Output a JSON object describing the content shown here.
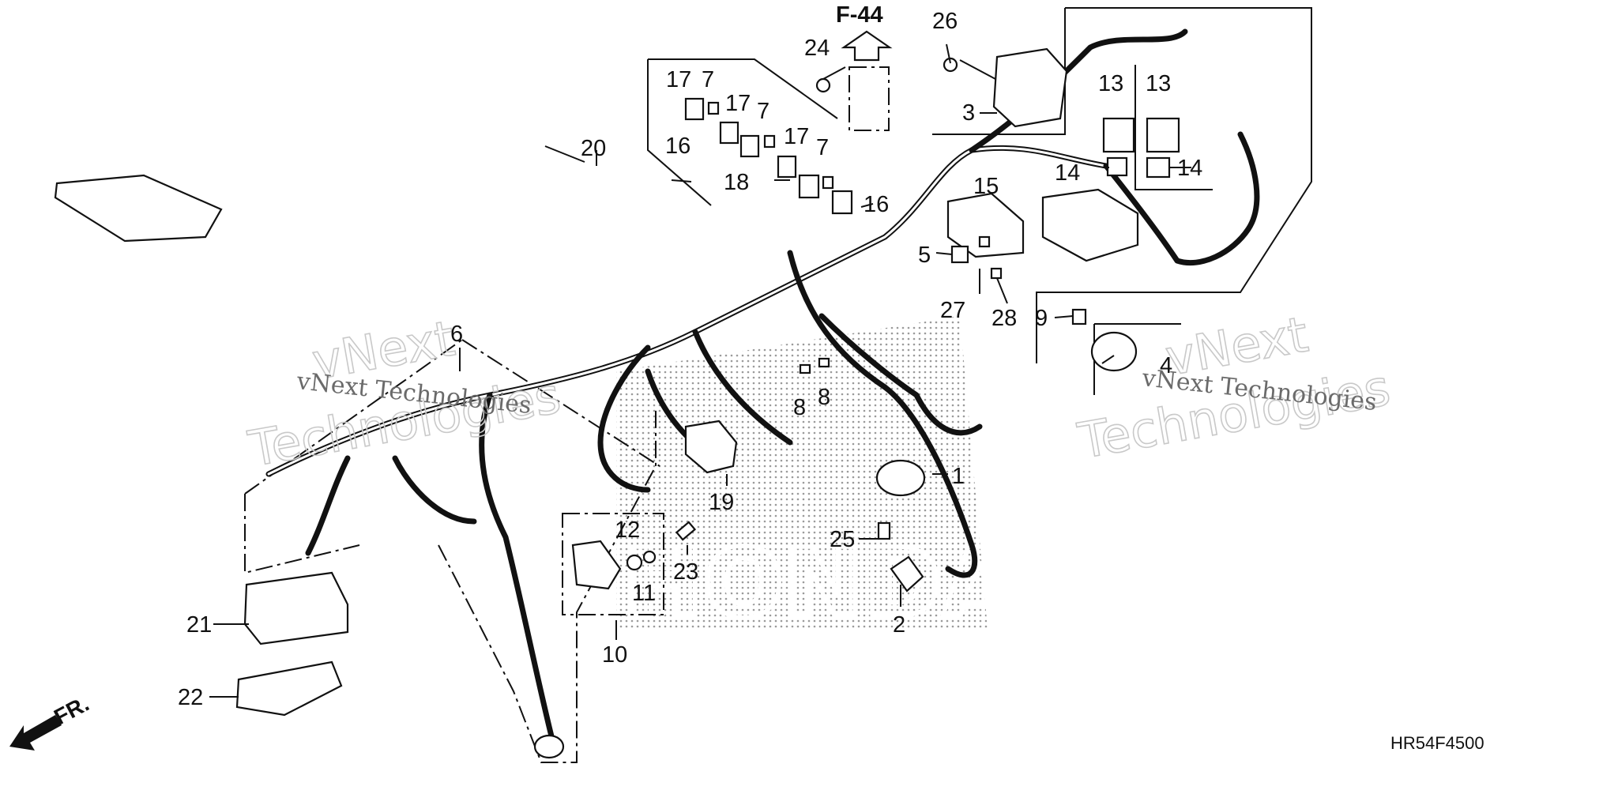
{
  "diagram": {
    "ref_label": "F-44",
    "diagram_code": "HR54F4500",
    "front_label": "FR.",
    "watermark": {
      "company_line": "vNext Technologies",
      "outline_top": "vNext",
      "outline_bottom": "Technologies"
    },
    "brand_mark": "HONDA",
    "callouts": [
      "1",
      "2",
      "3",
      "4",
      "5",
      "6",
      "7",
      "8",
      "9",
      "10",
      "11",
      "12",
      "13",
      "14",
      "15",
      "16",
      "17",
      "18",
      "19",
      "20",
      "21",
      "22",
      "23",
      "24",
      "25",
      "26",
      "27",
      "28"
    ]
  }
}
